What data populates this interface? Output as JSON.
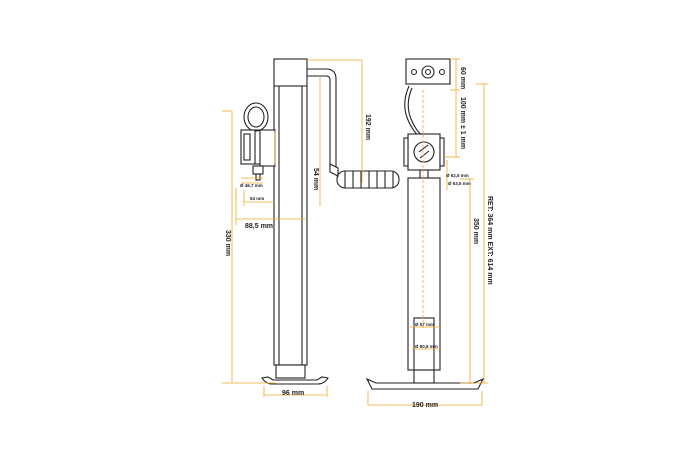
{
  "colors": {
    "outline": "#222222",
    "dimension": "#f2a92c",
    "background": "#ffffff"
  },
  "left_view": {
    "dim_192": "192 mm",
    "dim_54": "54 mm",
    "dim_54_detail": "54 mm",
    "dim_detail_a": "Ø 46,7 mm",
    "dim_88": "88,5 mm",
    "dim_330": "330 mm",
    "dim_96": "96 mm"
  },
  "right_view": {
    "dim_60": "60 mm",
    "dim_100": "100 mm ± 1 mm",
    "dim_d625": "Ø 62,5 mm",
    "dim_d635": "Ø 63,5 mm",
    "dim_350": "350 mm",
    "dim_ret_ext": "RET: 364 mm EXT: 614 mm",
    "dim_d57": "Ø 57 mm",
    "dim_d508": "Ø 50,8 mm",
    "dim_190": "190 mm"
  }
}
